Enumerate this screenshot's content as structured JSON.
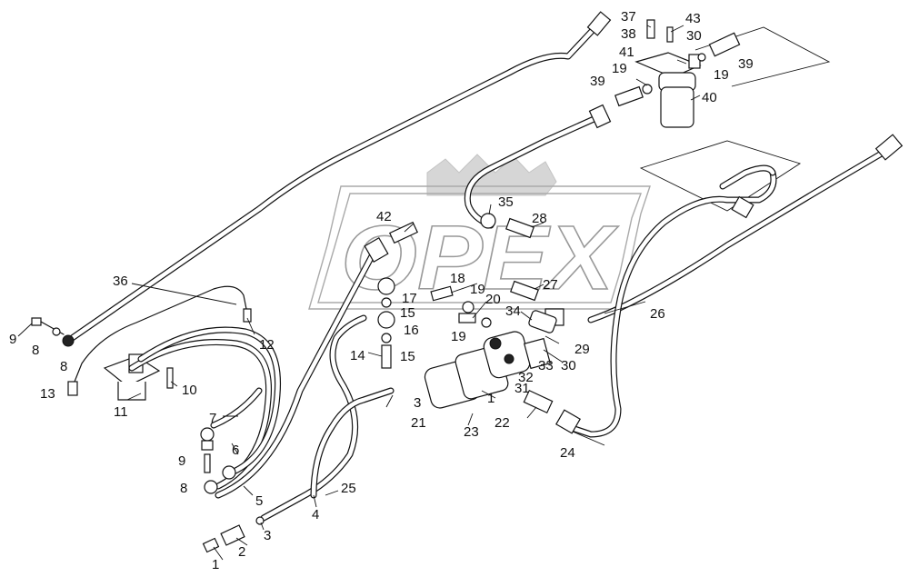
{
  "watermark": {
    "text": "OPEX"
  },
  "callouts": [
    {
      "id": "c1a",
      "text": "1"
    },
    {
      "id": "c1b",
      "text": "1"
    },
    {
      "id": "c2",
      "text": "2"
    },
    {
      "id": "c3a",
      "text": "3"
    },
    {
      "id": "c3b",
      "text": "3"
    },
    {
      "id": "c4",
      "text": "4"
    },
    {
      "id": "c5",
      "text": "5"
    },
    {
      "id": "c6",
      "text": "6"
    },
    {
      "id": "c7",
      "text": "7"
    },
    {
      "id": "c8a",
      "text": "8"
    },
    {
      "id": "c8b",
      "text": "8"
    },
    {
      "id": "c8c",
      "text": "8"
    },
    {
      "id": "c9a",
      "text": "9"
    },
    {
      "id": "c9b",
      "text": "9"
    },
    {
      "id": "c10",
      "text": "10"
    },
    {
      "id": "c11",
      "text": "11"
    },
    {
      "id": "c12",
      "text": "12"
    },
    {
      "id": "c13",
      "text": "13"
    },
    {
      "id": "c14",
      "text": "14"
    },
    {
      "id": "c15a",
      "text": "15"
    },
    {
      "id": "c15b",
      "text": "15"
    },
    {
      "id": "c16",
      "text": "16"
    },
    {
      "id": "c17",
      "text": "17"
    },
    {
      "id": "c18",
      "text": "18"
    },
    {
      "id": "c19a",
      "text": "19"
    },
    {
      "id": "c19b",
      "text": "19"
    },
    {
      "id": "c19c",
      "text": "19"
    },
    {
      "id": "c19d",
      "text": "19"
    },
    {
      "id": "c20",
      "text": "20"
    },
    {
      "id": "c21",
      "text": "21"
    },
    {
      "id": "c22",
      "text": "22"
    },
    {
      "id": "c23",
      "text": "23"
    },
    {
      "id": "c24",
      "text": "24"
    },
    {
      "id": "c25",
      "text": "25"
    },
    {
      "id": "c26",
      "text": "26"
    },
    {
      "id": "c27",
      "text": "27"
    },
    {
      "id": "c28",
      "text": "28"
    },
    {
      "id": "c29",
      "text": "29"
    },
    {
      "id": "c30a",
      "text": "30"
    },
    {
      "id": "c30b",
      "text": "30"
    },
    {
      "id": "c31",
      "text": "31"
    },
    {
      "id": "c32",
      "text": "32"
    },
    {
      "id": "c33",
      "text": "33"
    },
    {
      "id": "c34",
      "text": "34"
    },
    {
      "id": "c35",
      "text": "35"
    },
    {
      "id": "c36",
      "text": "36"
    },
    {
      "id": "c37",
      "text": "37"
    },
    {
      "id": "c38",
      "text": "38"
    },
    {
      "id": "c39a",
      "text": "39"
    },
    {
      "id": "c39b",
      "text": "39"
    },
    {
      "id": "c40",
      "text": "40"
    },
    {
      "id": "c41",
      "text": "41"
    },
    {
      "id": "c42",
      "text": "42"
    },
    {
      "id": "c43",
      "text": "43"
    }
  ]
}
